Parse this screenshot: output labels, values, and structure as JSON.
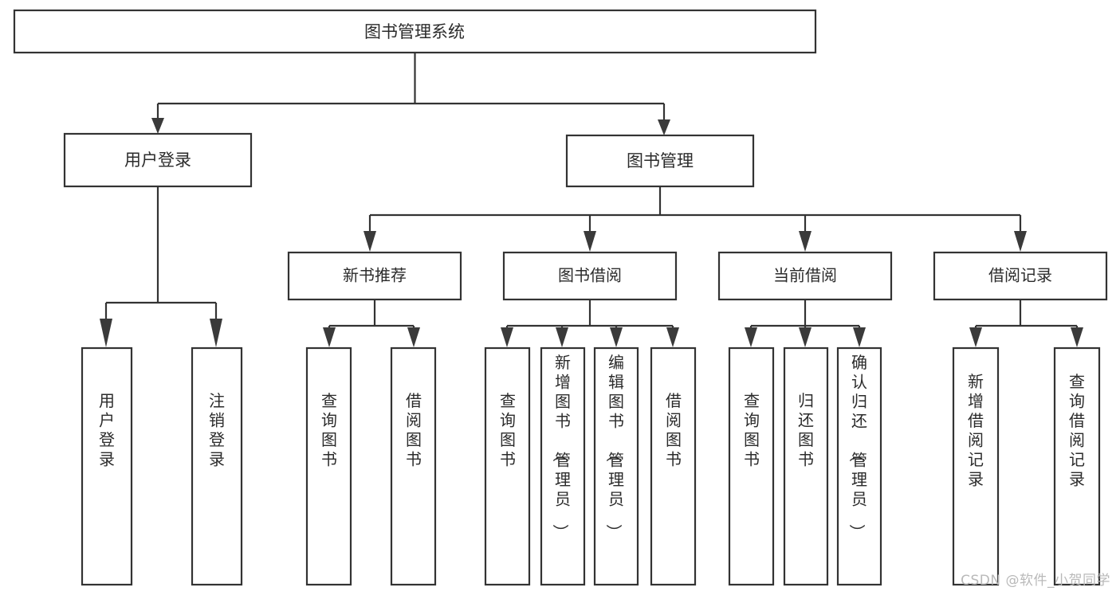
{
  "diagram": {
    "kind": "tree-hierarchy-chart",
    "orientation": "top-down",
    "title": "图书管理系统",
    "box_fill": "#ffffff",
    "box_stroke": "#333333",
    "text_color": "#2b2b2b",
    "background": "#ffffff",
    "levels": {
      "root": {
        "label": "图书管理系统"
      },
      "level2": [
        {
          "id": "user-login",
          "label": "用户登录"
        },
        {
          "id": "book-manage",
          "label": "图书管理"
        }
      ],
      "level3": [
        {
          "id": "new-book-recommend",
          "label": "新书推荐",
          "parent": "book-manage"
        },
        {
          "id": "book-borrow",
          "label": "图书借阅",
          "parent": "book-manage"
        },
        {
          "id": "current-borrow",
          "label": "当前借阅",
          "parent": "book-manage"
        },
        {
          "id": "borrow-record",
          "label": "借阅记录",
          "parent": "book-manage"
        }
      ],
      "leaves": [
        {
          "id": "leaf-user-login",
          "label": "用户登录",
          "parent": "user-login"
        },
        {
          "id": "leaf-logout-login",
          "label": "注销登录",
          "parent": "user-login"
        },
        {
          "id": "leaf-query-book-1",
          "label": "查询图书",
          "parent": "new-book-recommend"
        },
        {
          "id": "leaf-borrow-book-1",
          "label": "借阅图书",
          "parent": "new-book-recommend"
        },
        {
          "id": "leaf-query-book-2",
          "label": "查询图书",
          "parent": "book-borrow"
        },
        {
          "id": "leaf-add-book",
          "label": "新增图书（管理员）",
          "parent": "book-borrow"
        },
        {
          "id": "leaf-edit-book",
          "label": "编辑图书（管理员）",
          "parent": "book-borrow"
        },
        {
          "id": "leaf-borrow-book-2",
          "label": "借阅图书",
          "parent": "book-borrow"
        },
        {
          "id": "leaf-query-book-3",
          "label": "查询图书",
          "parent": "current-borrow"
        },
        {
          "id": "leaf-return-book",
          "label": "归还图书",
          "parent": "current-borrow"
        },
        {
          "id": "leaf-confirm-return",
          "label": "确认归还（管理员）",
          "parent": "current-borrow"
        },
        {
          "id": "leaf-add-record",
          "label": "新增借阅记录",
          "parent": "borrow-record"
        },
        {
          "id": "leaf-query-record",
          "label": "查询借阅记录",
          "parent": "borrow-record"
        }
      ]
    }
  },
  "watermark": {
    "text": "CSDN @软件_小贺同学"
  }
}
